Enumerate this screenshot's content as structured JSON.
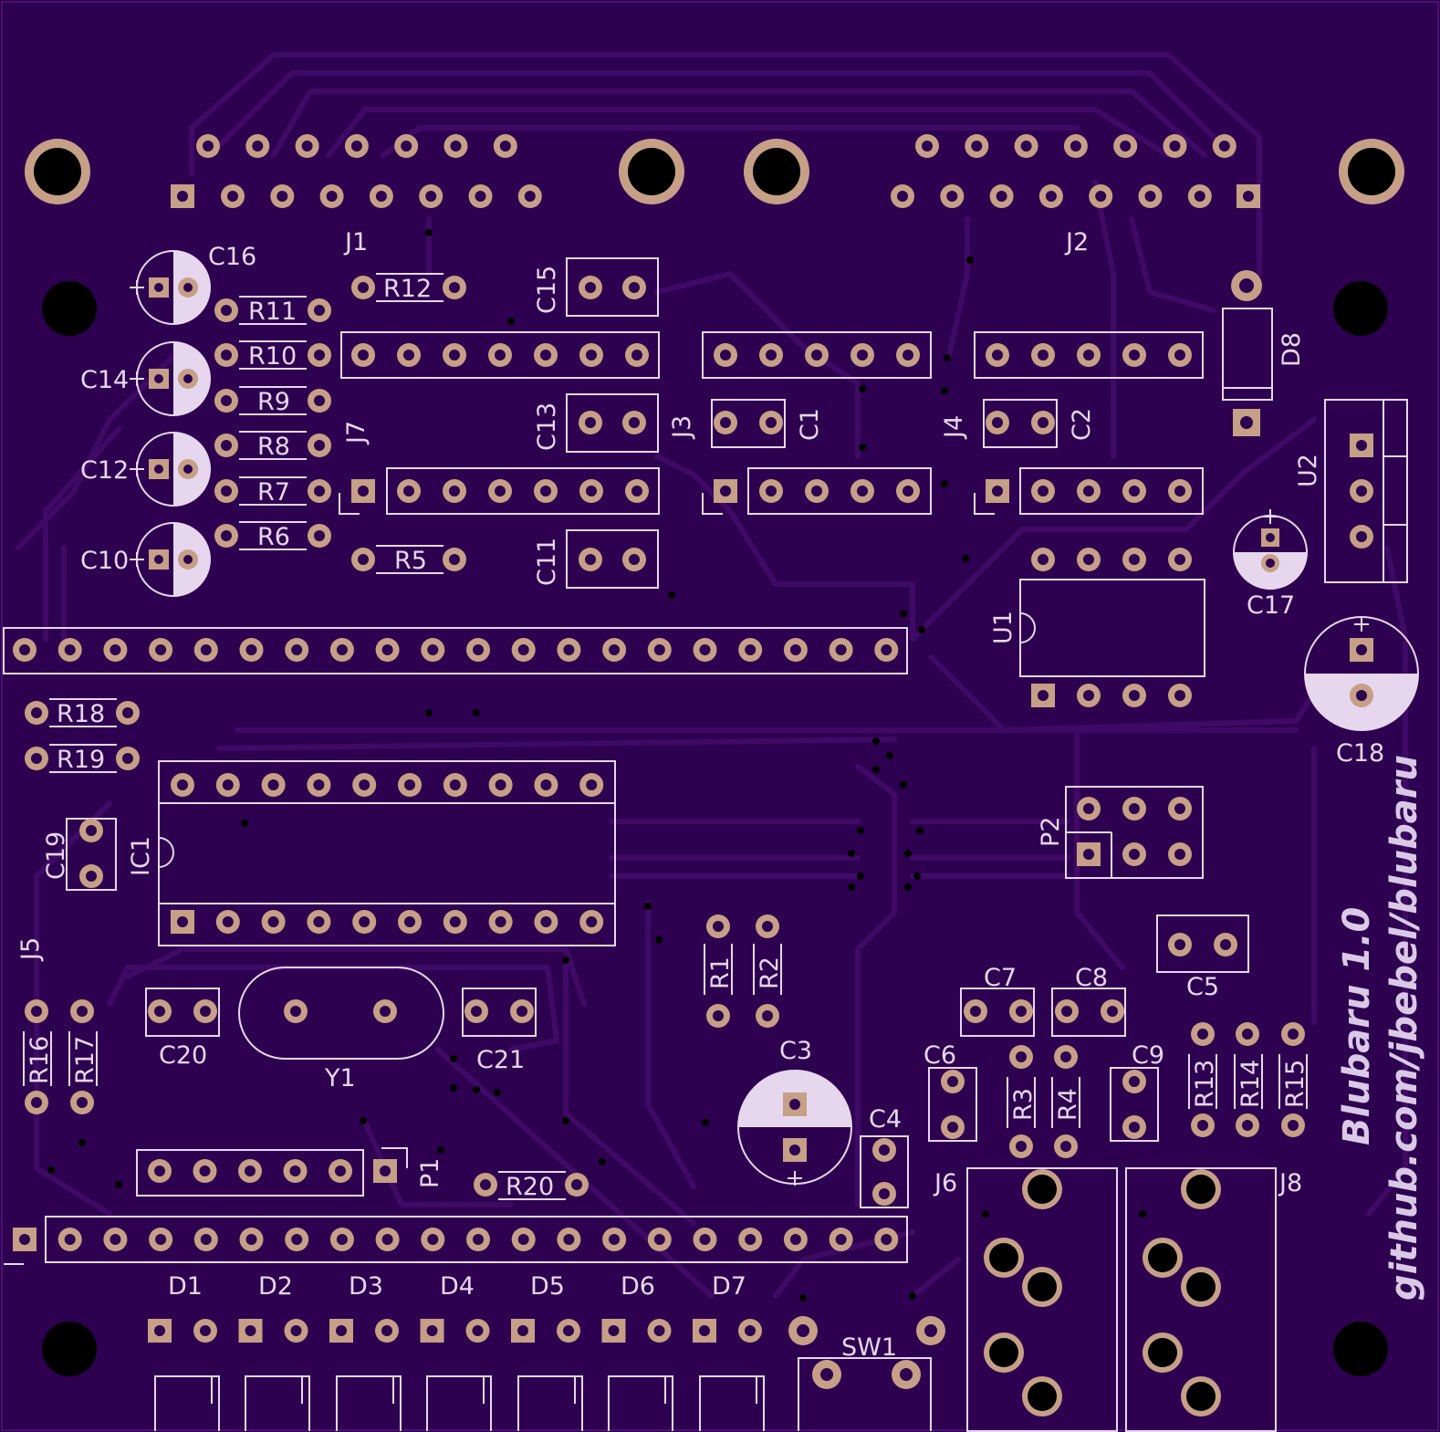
{
  "board": {
    "title": "Blubaru 1.0",
    "url": "github.com/jbebel/blubaru"
  },
  "colors": {
    "board": "#2e0050",
    "trace": "#3f0a66",
    "pad": "#c6a086",
    "silk": "#e6d7ee",
    "hole": "#000000"
  },
  "labels": {
    "J1": "J1",
    "J2": "J2",
    "J3": "J3",
    "J4": "J4",
    "J5": "J5",
    "J6": "J6",
    "J7": "J7",
    "J8": "J8",
    "C1": "C1",
    "C2": "C2",
    "C3": "C3",
    "C4": "C4",
    "C5": "C5",
    "C6": "C6",
    "C7": "C7",
    "C8": "C8",
    "C9": "C9",
    "C10": "C10",
    "C11": "C11",
    "C12": "C12",
    "C13": "C13",
    "C14": "C14",
    "C15": "C15",
    "C16": "C16",
    "C17": "C17",
    "C18": "C18",
    "C19": "C19",
    "C20": "C20",
    "C21": "C21",
    "R1": "R1",
    "R2": "R2",
    "R3": "R3",
    "R4": "R4",
    "R5": "R5",
    "R6": "R6",
    "R7": "R7",
    "R8": "R8",
    "R9": "R9",
    "R10": "R10",
    "R11": "R11",
    "R12": "R12",
    "R13": "R13",
    "R14": "R14",
    "R15": "R15",
    "R16": "R16",
    "R17": "R17",
    "R18": "R18",
    "R19": "R19",
    "R20": "R20",
    "D1": "D1",
    "D2": "D2",
    "D3": "D3",
    "D4": "D4",
    "D5": "D5",
    "D6": "D6",
    "D7": "D7",
    "D8": "D8",
    "U1": "U1",
    "U2": "U2",
    "IC1": "IC1",
    "P1": "P1",
    "P2": "P2",
    "Y1": "Y1",
    "SW1": "SW1"
  }
}
